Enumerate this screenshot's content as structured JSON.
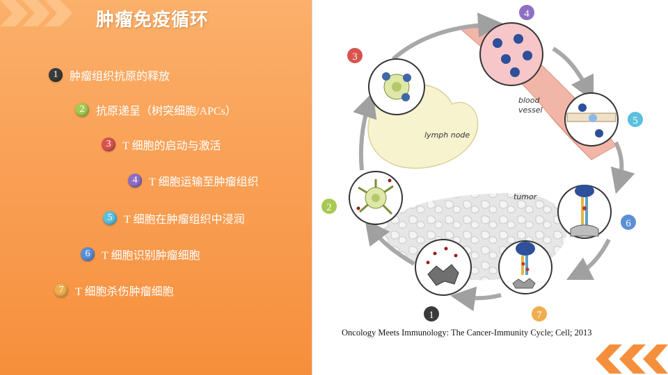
{
  "title": "肿瘤免疫循环",
  "steps": [
    {
      "num": "1",
      "text": "肿瘤组织抗原的释放",
      "color": "#3a3a3a"
    },
    {
      "num": "2",
      "text": "抗原递呈（树突细胞/APCs）",
      "color": "#a8c952"
    },
    {
      "num": "3",
      "text": "T 细胞的启动与激活",
      "color": "#d9534f"
    },
    {
      "num": "4",
      "text": "T 细胞运输至肿瘤组织",
      "color": "#8e6fc4"
    },
    {
      "num": "5",
      "text": "T 细胞在肿瘤组织中浸润",
      "color": "#5bc0de"
    },
    {
      "num": "6",
      "text": "T 细胞识别肿瘤细胞",
      "color": "#5b8fd6"
    },
    {
      "num": "7",
      "text": "T 细胞杀伤肿瘤细胞",
      "color": "#f0ad4e"
    }
  ],
  "diagram": {
    "labels": {
      "lymph_node": "lymph node",
      "blood_vessel_1": "blood",
      "blood_vessel_2": "vessel",
      "tumor": "tumor"
    }
  },
  "citation": "Oncology Meets Immunology: The Cancer-Immunity Cycle; Cell; 2013"
}
